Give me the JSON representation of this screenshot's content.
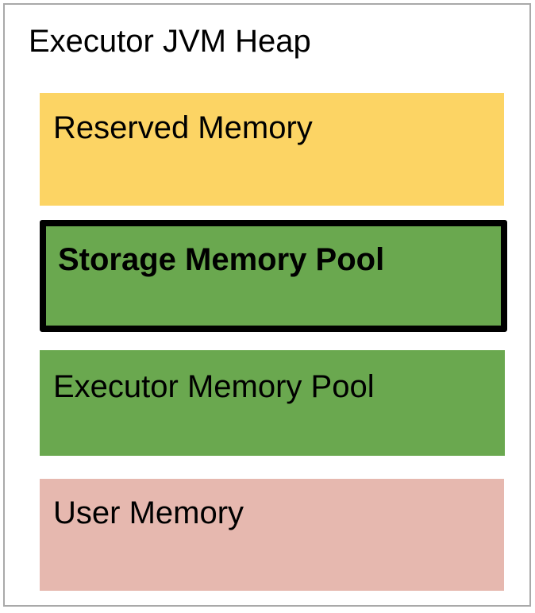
{
  "window": {
    "frame_border_color": "#a9a9a9",
    "background_color": "#ffffff",
    "text_color": "#000000"
  },
  "diagram": {
    "title": "Executor JVM Heap",
    "blocks": [
      {
        "id": "reserved-memory",
        "label": "Reserved Memory",
        "fill": "#FCD464",
        "border": "none",
        "bold": false
      },
      {
        "id": "storage-memory-pool",
        "label": "Storage Memory Pool",
        "fill": "#6AA84F",
        "border": "8px solid #000000",
        "bold": true
      },
      {
        "id": "executor-memory-pool",
        "label": "Executor Memory Pool",
        "fill": "#6AA84F",
        "border": "none",
        "bold": false
      },
      {
        "id": "user-memory",
        "label": "User Memory",
        "fill": "#E6B8AF",
        "border": "none",
        "bold": false
      }
    ]
  }
}
